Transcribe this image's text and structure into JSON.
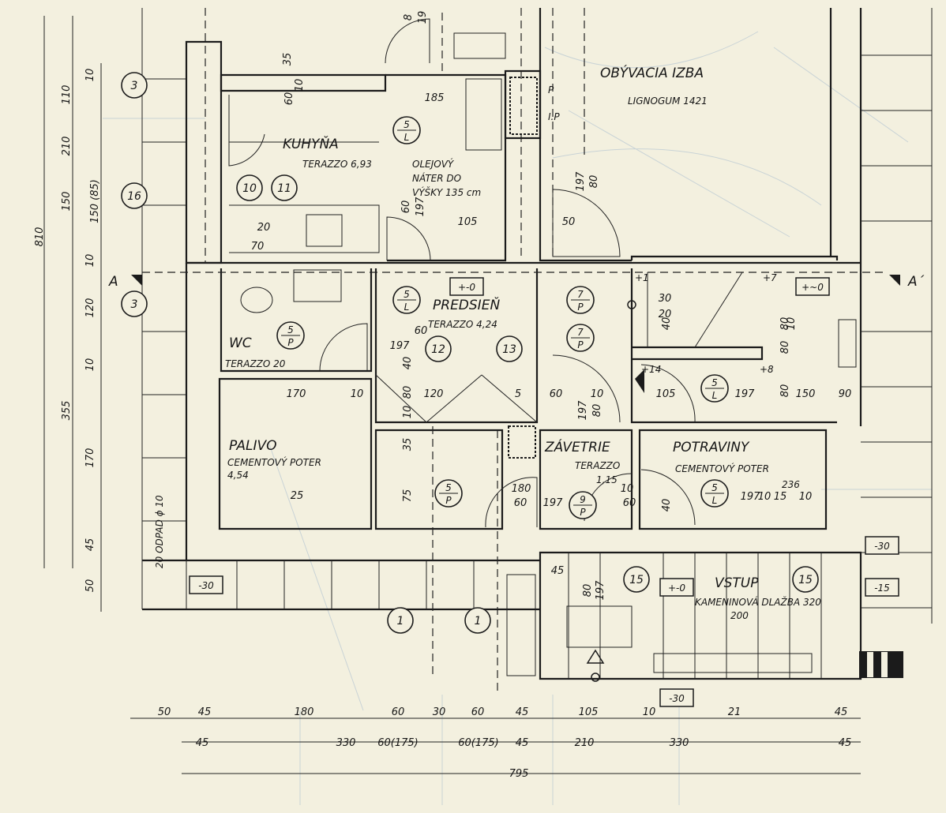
{
  "colors": {
    "paper": "#f3f0df",
    "ink": "#1b1b1b",
    "ghost": "#c9d3d6"
  },
  "rooms": [
    {
      "name": "OBÝVACIA IZBA",
      "lines": [
        "LIGNOGUM 1421"
      ]
    },
    {
      "name": "KUHYŇA",
      "lines": [
        "TERAZZO 6,93"
      ]
    },
    {
      "name": "",
      "lines": [
        "OLEJOVÝ",
        "NÁTER DO",
        "VÝŠKY 135 cm"
      ]
    },
    {
      "name": "PREDSIEŇ",
      "lines": [
        "TERAZZO 4,24"
      ]
    },
    {
      "name": "WC",
      "lines": [
        "TERAZZO 20"
      ]
    },
    {
      "name": "PALIVO",
      "lines": [
        "CEMENTOVÝ POTER",
        "4,54"
      ]
    },
    {
      "name": "ZÁVETRIE",
      "lines": [
        "TERAZZO",
        "1,15"
      ]
    },
    {
      "name": "POTRAVINY",
      "lines": [
        "CEMENTOVÝ POTER",
        "236"
      ]
    },
    {
      "name": "VSTUP",
      "lines": [
        "KAMENINOVÁ DLAŽBA 320",
        "200"
      ]
    }
  ],
  "markers": [
    "3",
    "16",
    "3",
    "10",
    "11",
    "12",
    "13",
    "15",
    "15",
    "1",
    "1"
  ],
  "door_markers": [
    {
      "top": "5",
      "bottom": "L"
    },
    {
      "top": "5",
      "bottom": "L"
    },
    {
      "top": "5",
      "bottom": "P"
    },
    {
      "top": "7",
      "bottom": "P"
    },
    {
      "top": "7",
      "bottom": "P"
    },
    {
      "top": "5",
      "bottom": "L"
    },
    {
      "top": "5",
      "bottom": "P"
    },
    {
      "top": "9",
      "bottom": "P"
    },
    {
      "top": "5",
      "bottom": "L"
    }
  ],
  "levels": [
    "+-0",
    "+~0",
    "+-0",
    "-30",
    "-30",
    "-15",
    "-30"
  ],
  "stair_marks": [
    "+1",
    "+7",
    "+14",
    "+8"
  ],
  "section": {
    "label_left": "A",
    "label_right": "A´"
  },
  "labels": [
    "P",
    "I.P",
    "20 ODPAD ϕ 10"
  ],
  "dims_vertical": [
    "10",
    "110",
    "210",
    "150",
    "150 (85)",
    "10",
    "120",
    "10",
    "170",
    "45",
    "50",
    "810",
    "355",
    "35",
    "10",
    "60",
    "60",
    "197",
    "80",
    "197",
    "80",
    "197",
    "80",
    "197",
    "40",
    "80",
    "10",
    "35",
    "75",
    "40",
    "80",
    "80",
    "10",
    "80",
    "40",
    "8",
    "19"
  ],
  "dims_horizontal": [
    "185",
    "105",
    "50",
    "20",
    "70",
    "60",
    "197",
    "170",
    "10",
    "120",
    "5",
    "60",
    "10",
    "105",
    "197",
    "150",
    "90",
    "30",
    "20",
    "25",
    "180",
    "60",
    "197",
    "10",
    "60",
    "197",
    "10",
    "15",
    "10",
    "45",
    "50"
  ],
  "dims_bottom_row1": [
    "50",
    "45",
    "180",
    "60",
    "30",
    "60",
    "45",
    "105",
    "10",
    "21",
    "45"
  ],
  "dims_bottom_row2": [
    "45",
    "330",
    "60(175)",
    "60(175)",
    "45",
    "210",
    "330",
    "45"
  ],
  "dims_bottom_total": "795"
}
